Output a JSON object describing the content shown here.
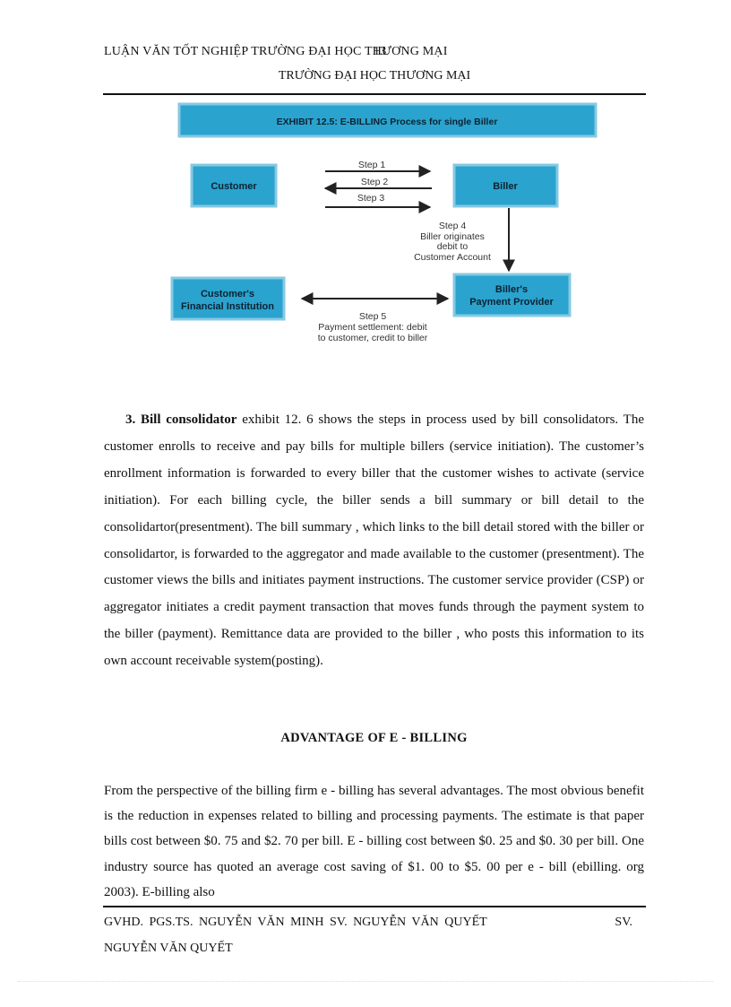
{
  "header": {
    "line1": "LUẬN VĂN TỐT NGHIỆP TRƯỜNG ĐẠI HỌC THƯƠNG MẠI",
    "page_number": "13",
    "line2": "TRƯỜNG ĐẠI HỌC THƯƠNG MẠI"
  },
  "diagram": {
    "title": "EXHIBIT 12.5: E-BILLING Process for single Biller",
    "nodes": {
      "customer": "Customer",
      "biller": "Biller",
      "cfi_line1": "Customer's",
      "cfi_line2": "Financial Institution",
      "bpp_line1": "Biller's",
      "bpp_line2": "Payment Provider"
    },
    "steps": {
      "step1": "Step 1",
      "step2": "Step 2",
      "step3": "Step 3",
      "step4_l1": "Step 4",
      "step4_l2": "Biller originates",
      "step4_l3": "debit to",
      "step4_l4": "Customer Account",
      "step5_l1": "Step 5",
      "step5_l2": "Payment settlement: debit",
      "step5_l3": "to customer, credit to biller"
    },
    "colors": {
      "box_fill": "#2aa3cf",
      "box_border": "#86c9e3",
      "arrow": "#222222"
    }
  },
  "content": {
    "para1_lead": "3. Bill consolidator",
    "para1_text": " exhibit 12. 6 shows the steps in process used by bill consolidators. The customer enrolls to receive and pay bills for multiple billers (service initiation). The customer’s enrollment information is forwarded to every biller that the customer wishes to activate (service initiation). For each billing cycle, the biller sends a bill summary or bill detail to the consolidartor(presentment). The bill summary , which links to the bill detail stored with the biller or consolidartor, is forwarded to the aggregator and made available to the customer (presentment). The customer views the bills and initiates payment instructions. The customer service provider (CSP) or aggregator initiates a credit payment transaction that moves funds through the payment system to the biller (payment). Remittance data are provided to the biller , who posts this information to its own account receivable system(posting).",
    "heading": "ADVANTAGE OF E - BILLING",
    "para2": "From the perspective of the billing firm e - billing has several advantages. The most obvious benefit is the reduction in expenses related to billing and processing payments. The estimate is that paper bills cost between $0. 75 and $2. 70 per bill. E - billing cost between $0. 25 and $0. 30 per bill. One industry source has quoted an average cost saving of $1. 00 to $5. 00 per e - bill (ebilling. org 2003). E-billing also"
  },
  "footer": {
    "line1_a": "GVHD. PGS.TS. NGUYỄN VĂN MINH SV. NGUYỄN VĂN QUYẾT",
    "line1_b": "SV.",
    "line2": "NGUYỄN VĂN QUYẾT"
  }
}
